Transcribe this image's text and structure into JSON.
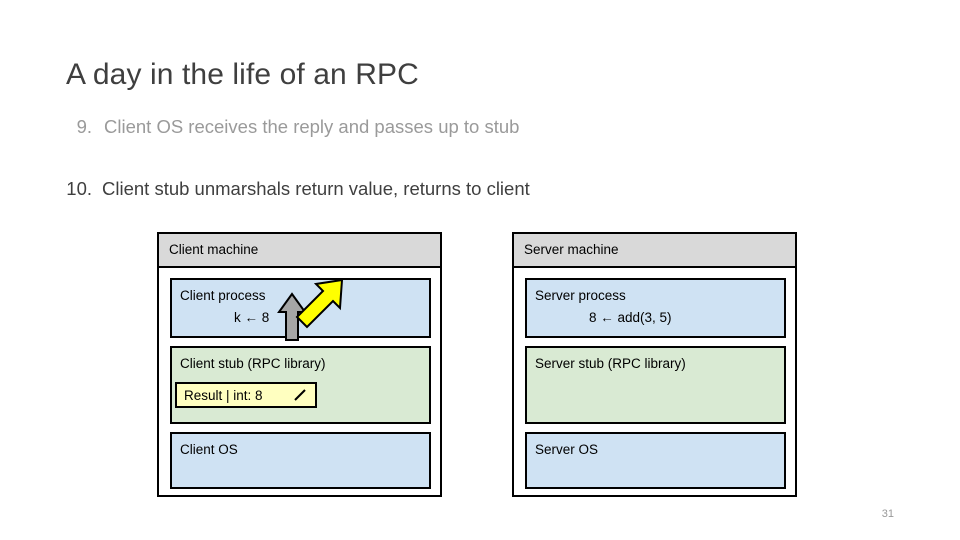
{
  "slide": {
    "title": "A day in the life of an RPC",
    "page_number": "31",
    "bullets": [
      {
        "num": "9.",
        "text": "Client OS receives the reply and passes up to stub",
        "color": "#9a9a9a"
      },
      {
        "num": "10.",
        "text": "Client stub unmarshals return value, returns to client",
        "color": "#3f3f3f"
      }
    ]
  },
  "diagram": {
    "client_machine": {
      "header": "Client machine",
      "process": {
        "label": "Client process",
        "detail": "k ← 8"
      },
      "stub": {
        "label": "Client stub (RPC library)"
      },
      "result_chip": {
        "label": "Result | int: 8"
      },
      "os": {
        "label": "Client OS"
      }
    },
    "server_machine": {
      "header": "Server machine",
      "process": {
        "label": "Server process",
        "detail": "8 ← add(3, 5)"
      },
      "stub": {
        "label": "Server stub (RPC library)"
      },
      "os": {
        "label": "Server OS"
      }
    },
    "colors": {
      "process_fill": "#cfe2f3",
      "stub_fill": "#d9ead3",
      "header_fill": "#d9d9d9",
      "chip_fill": "#ffffc0",
      "arrow_fill": "#a6a6a6",
      "arrow_stroke": "#000000"
    }
  }
}
